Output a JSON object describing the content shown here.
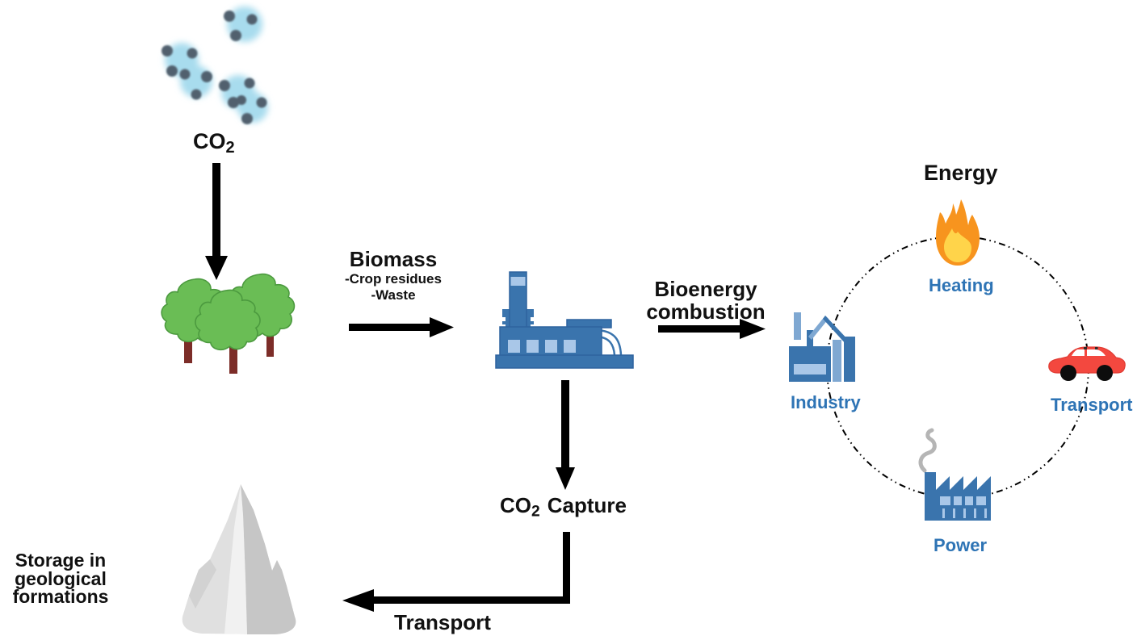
{
  "background": "#ffffff",
  "palette": {
    "icon_blue": "#3a74ad",
    "icon_blue_mid": "#7fa8d2",
    "icon_blue_light": "#a9c7e8",
    "label_blue": "#2e74b5",
    "arrow_black": "#000000",
    "tree_green": "#6abd55",
    "tree_green_dark": "#4c9a3f",
    "trunk_brown": "#7c2d28",
    "car_red": "#f3483f",
    "flame_orange": "#f7941e",
    "flame_yellow": "#ffd44a",
    "smoke_gray": "#b5b5b5",
    "mountain_gray": "#c6c6c6",
    "co2_bubble_blue": "#a8dcee"
  },
  "flow": {
    "co2": {
      "symbol": "CO",
      "subscript": "2"
    },
    "biomass": {
      "title": "Biomass",
      "items": [
        "-Crop residues",
        "-Waste"
      ]
    },
    "bioenergy_combustion": {
      "lines": [
        "Bioenergy",
        "combustion"
      ]
    },
    "co2_capture": {
      "symbol": "CO",
      "subscript": "2",
      "label": "Capture"
    },
    "transport": {
      "label": "Transport"
    },
    "storage": {
      "lines": [
        "Storage in",
        "geological",
        "formations"
      ]
    }
  },
  "energy_circle": {
    "title": "Energy",
    "uses": [
      {
        "id": "heating",
        "label": "Heating",
        "icon": "flame-icon"
      },
      {
        "id": "industry",
        "label": "Industry",
        "icon": "industry-icon"
      },
      {
        "id": "transport",
        "label": "Transport",
        "icon": "car-icon"
      },
      {
        "id": "power",
        "label": "Power",
        "icon": "power-plant-icon"
      }
    ]
  },
  "icons": {
    "co2-molecules-icon": "cluster of fuzzy blue CO2 molecules",
    "trees-icon": "three green trees with brown trunks",
    "biomass-plant-icon": "blue biomass power plant with chimney and pipes",
    "flame-icon": "orange and yellow flame",
    "industry-icon": "blue factory with crane frame",
    "car-icon": "red car with black wheels",
    "power-plant-icon": "blue sawtooth factory with grey smoke",
    "mountain-icon": "grey rocky mountain"
  }
}
